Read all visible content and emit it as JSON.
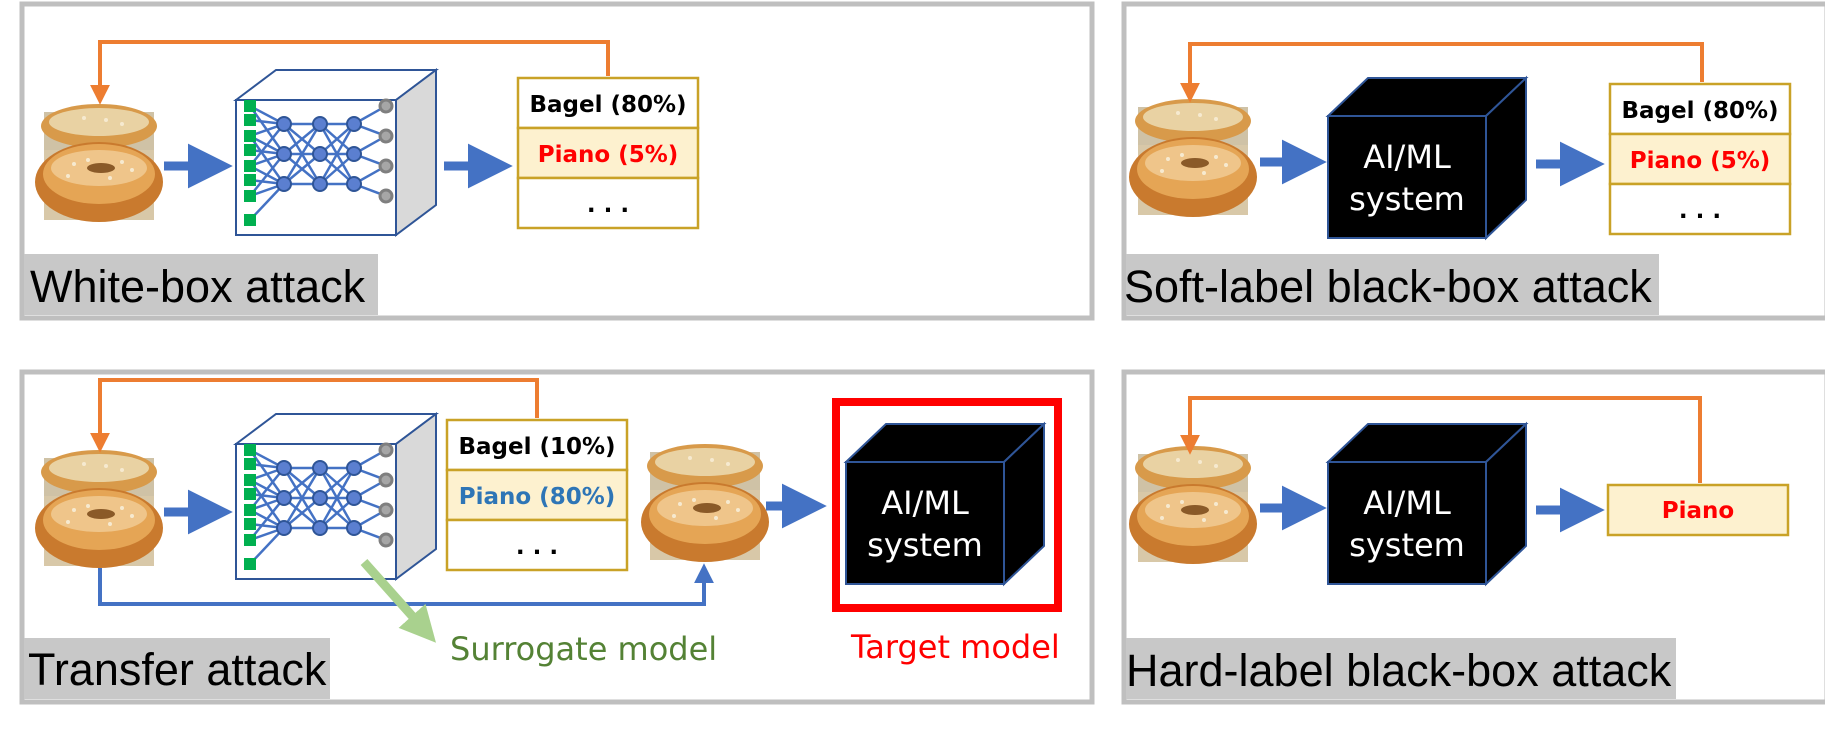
{
  "colors": {
    "panel_border": "#bfbfbf",
    "caption_bg": "#c8c8c8",
    "arrow_blue": "#4472c4",
    "feedback_orange": "#ed7d31",
    "output_border": "#c9a227",
    "highlight_fill": "#fdf1cf",
    "red": "#ff0000",
    "blue_text": "#2e75b6",
    "green": "#548235",
    "green_arrow": "#a9d18e",
    "nn_node": "#4472c4",
    "nn_input": "#00b050",
    "nn_output": "#7f7f7f"
  },
  "icons": {
    "input_image": "bagel-image-icon",
    "network": "neural-network-cube-icon",
    "blackbox": "black-box-cube-icon"
  },
  "panels": {
    "white_box": {
      "caption": "White-box attack",
      "outputs": [
        "Bagel (80%)",
        "Piano (5%)",
        ". . ."
      ]
    },
    "soft_label": {
      "caption": "Soft-label black-box attack",
      "box_label_line1": "AI/ML",
      "box_label_line2": "system",
      "outputs": [
        "Bagel (80%)",
        "Piano (5%)",
        ". . ."
      ]
    },
    "transfer": {
      "caption": "Transfer attack",
      "outputs": [
        "Bagel (10%)",
        "Piano (80%)",
        ". . ."
      ],
      "surrogate_label": "Surrogate model",
      "target_label": "Target model",
      "box_label_line1": "AI/ML",
      "box_label_line2": "system"
    },
    "hard_label": {
      "caption": "Hard-label black-box attack",
      "box_label_line1": "AI/ML",
      "box_label_line2": "system",
      "output": "Piano"
    }
  }
}
